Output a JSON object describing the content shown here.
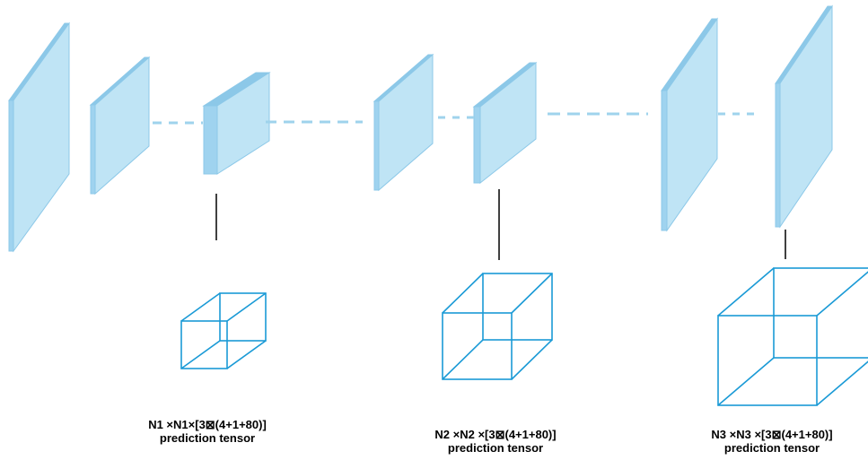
{
  "colors": {
    "layer_face": "#bfe4f5",
    "layer_edge": "#8cc8e8",
    "layer_side": "#9fd3ef",
    "connector": "#9fd3ec",
    "tensor_stroke": "#1a9ad6",
    "stem": "#000000"
  },
  "outputs": [
    {
      "shape": "N1 ×N1×[3⊠(4+1+80)]",
      "caption": "prediction tensor"
    },
    {
      "shape": "N2 ×N2 ×[3⊠(4+1+80)]",
      "caption": "prediction tensor"
    },
    {
      "shape": "N3 ×N3 ×[3⊠(4+1+80)]",
      "caption": "prediction tensor"
    }
  ]
}
